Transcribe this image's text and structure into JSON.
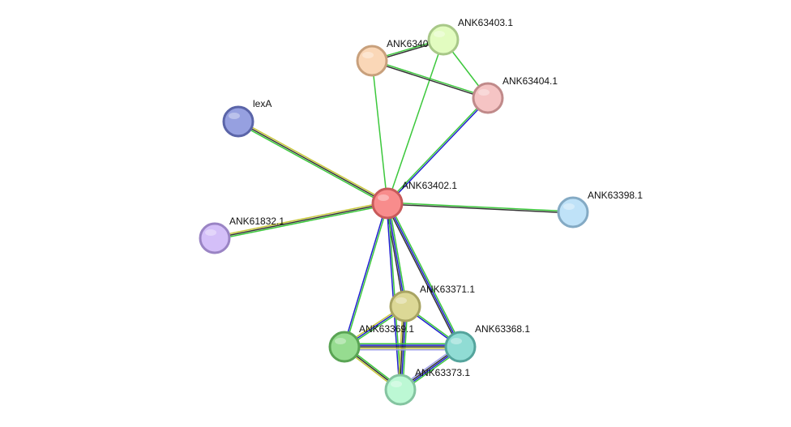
{
  "nodes": [
    {
      "id": "ANK63402.1",
      "label": "ANK63402.1",
      "fill": "#f88c8c",
      "stroke": "#c85a5a"
    },
    {
      "id": "ANK63403.1",
      "label": "ANK63403.1",
      "fill": "#e2fcc0",
      "stroke": "#a8c888"
    },
    {
      "id": "ANK63405.1",
      "label": "ANK6340",
      "fill": "#fad7b7",
      "stroke": "#c8a07c"
    },
    {
      "id": "ANK63404.1",
      "label": "ANK63404.1",
      "fill": "#f5c4c4",
      "stroke": "#c08a8a"
    },
    {
      "id": "lexA",
      "label": "lexA",
      "fill": "#96a0e0",
      "stroke": "#5a64a8"
    },
    {
      "id": "ANK63398.1",
      "label": "ANK63398.1",
      "fill": "#bfe2f8",
      "stroke": "#84aac4"
    },
    {
      "id": "ANK61832.1",
      "label": "ANK61832.1",
      "fill": "#d4bff8",
      "stroke": "#9a84c4"
    },
    {
      "id": "ANK63371.1",
      "label": "ANK63371.1",
      "fill": "#dcd896",
      "stroke": "#a8a462"
    },
    {
      "id": "ANK63369.1",
      "label": "ANK63369.1",
      "fill": "#96dc90",
      "stroke": "#5aa454"
    },
    {
      "id": "ANK63368.1",
      "label": "ANK63368.1",
      "fill": "#90dcd4",
      "stroke": "#54a49c"
    },
    {
      "id": "ANK63373.1",
      "label": "ANK63373.1",
      "fill": "#bcf8d4",
      "stroke": "#84c4a0"
    }
  ],
  "edges": [
    {
      "source": "ANK63402.1",
      "target": "lexA",
      "colors": [
        "#3cc83c",
        "#333333",
        "#c8c83c"
      ]
    },
    {
      "source": "ANK63402.1",
      "target": "ANK61832.1",
      "colors": [
        "#3cc83c",
        "#333333",
        "#c8c83c"
      ]
    },
    {
      "source": "ANK63402.1",
      "target": "ANK63398.1",
      "colors": [
        "#3cc83c",
        "#333333"
      ]
    },
    {
      "source": "ANK63402.1",
      "target": "ANK63405.1",
      "colors": [
        "#3cc83c"
      ]
    },
    {
      "source": "ANK63402.1",
      "target": "ANK63403.1",
      "colors": [
        "#3cc83c"
      ]
    },
    {
      "source": "ANK63402.1",
      "target": "ANK63404.1",
      "colors": [
        "#3cc83c",
        "#2020d0"
      ]
    },
    {
      "source": "ANK63405.1",
      "target": "ANK63403.1",
      "colors": [
        "#3cc83c",
        "#333333"
      ]
    },
    {
      "source": "ANK63405.1",
      "target": "ANK63404.1",
      "colors": [
        "#3cc83c",
        "#333333"
      ]
    },
    {
      "source": "ANK63403.1",
      "target": "ANK63404.1",
      "colors": [
        "#3cc83c"
      ]
    },
    {
      "source": "ANK63402.1",
      "target": "ANK63371.1",
      "colors": [
        "#3cc83c",
        "#2020d0",
        "#333333"
      ]
    },
    {
      "source": "ANK63402.1",
      "target": "ANK63369.1",
      "colors": [
        "#3cc83c",
        "#2020d0"
      ]
    },
    {
      "source": "ANK63402.1",
      "target": "ANK63368.1",
      "colors": [
        "#3cc83c",
        "#2020d0",
        "#333333"
      ]
    },
    {
      "source": "ANK63402.1",
      "target": "ANK63373.1",
      "colors": [
        "#3cc83c",
        "#2020d0"
      ]
    },
    {
      "source": "ANK63371.1",
      "target": "ANK63369.1",
      "colors": [
        "#3cc83c",
        "#2020d0",
        "#c8c83c"
      ]
    },
    {
      "source": "ANK63371.1",
      "target": "ANK63368.1",
      "colors": [
        "#3cc83c",
        "#2020d0"
      ]
    },
    {
      "source": "ANK63371.1",
      "target": "ANK63373.1",
      "colors": [
        "#3cc83c",
        "#2020d0",
        "#333333",
        "#c8c83c"
      ]
    },
    {
      "source": "ANK63369.1",
      "target": "ANK63368.1",
      "colors": [
        "#3cc83c",
        "#2020d0",
        "#333333",
        "#c8c83c",
        "#a0a0e8"
      ]
    },
    {
      "source": "ANK63369.1",
      "target": "ANK63373.1",
      "colors": [
        "#3cc83c",
        "#333333",
        "#c8c83c"
      ]
    },
    {
      "source": "ANK63368.1",
      "target": "ANK63373.1",
      "colors": [
        "#3cc83c",
        "#2020d0",
        "#333333",
        "#a0a0e8"
      ]
    }
  ]
}
